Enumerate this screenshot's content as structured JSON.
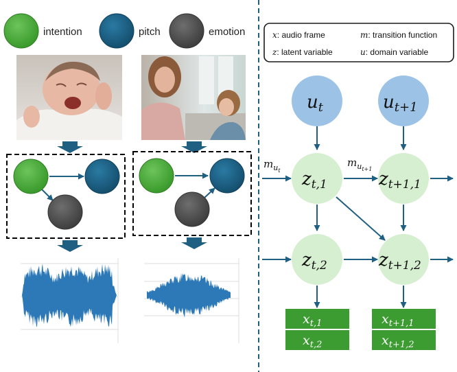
{
  "legend": [
    {
      "label": "intention",
      "color": "#4aa53a"
    },
    {
      "label": "pitch",
      "color": "#1d5d80"
    },
    {
      "label": "emotion",
      "color": "#555555"
    }
  ],
  "definitions": {
    "x_sym": "x",
    "x_desc": ": audio frame",
    "m_sym": "m",
    "m_desc": ": transition function",
    "z_sym": "z",
    "z_desc": ": latent variable",
    "u_sym": "u",
    "u_desc": ": domain variable"
  },
  "nodes": {
    "u_t": {
      "base": "u",
      "sub": "t"
    },
    "u_t1": {
      "base": "u",
      "sub": "t+1"
    },
    "z_t1": {
      "base": "z",
      "sub": "t,1"
    },
    "z_t2": {
      "base": "z",
      "sub": "t,2"
    },
    "z_t11": {
      "base": "z",
      "sub": "t+1,1"
    },
    "z_t12": {
      "base": "z",
      "sub": "t+1,2"
    }
  },
  "edge_labels": {
    "m_ut": {
      "base": "m",
      "sub": "u",
      "subsub": "t"
    },
    "m_ut1": {
      "base": "m",
      "sub": "u",
      "subsub": "t+1"
    }
  },
  "observations": {
    "x_t1": {
      "base": "x",
      "sub": "t,1"
    },
    "x_t2": {
      "base": "x",
      "sub": "t,2"
    },
    "x_t11": {
      "base": "x",
      "sub": "t+1,1"
    },
    "x_t12": {
      "base": "x",
      "sub": "t+1,2"
    }
  },
  "colors": {
    "domain_node": "#9cc3e6",
    "latent_node": "#d6efd0",
    "observation": "#3c9c31",
    "arrow": "#1e5f82",
    "waveform": "#2d79b7",
    "intention": "#4aa53a",
    "pitch": "#1d5d80",
    "emotion": "#555555"
  }
}
